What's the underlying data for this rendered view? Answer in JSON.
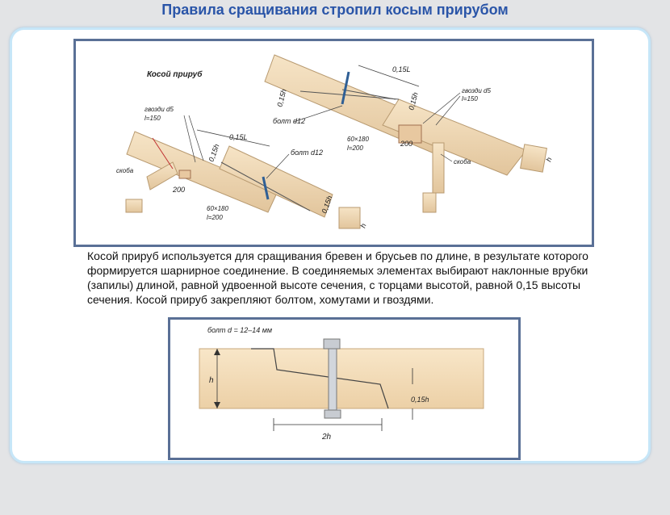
{
  "title": "Правила сращивания стропил косым прирубом",
  "figure1": {
    "label": "Косой прируб",
    "upper": {
      "len": "0,15L",
      "end_h": "0,15h",
      "end_h2": "0,15h",
      "nails": "гвозди d5",
      "nails_len": "l=150",
      "bolt": "болт d12",
      "post": "60×180",
      "post_len": "l=200",
      "dim": "200",
      "bracket": "скоба",
      "h": "h"
    },
    "lower": {
      "nails": "гвозди d5",
      "nails_len": "l=150",
      "len": "0,15L",
      "end_h": "0,15h",
      "end_h2": "0,15h",
      "bolt": "болт d12",
      "bracket": "скоба",
      "dim": "200",
      "post": "60×180",
      "post_len": "l=200",
      "h": "h"
    }
  },
  "description": "Косой прируб используется для сращивания бревен и брусьев по длине, в результате которого формируется шарнирное соединение. В соединяемых элементах выбирают наклонные врубки (запилы) длиной, равной удвоенной высоте сечения, с торцами высотой, равной 0,15 высоты сечения. Косой прируб закрепляют болтом, хомутами и гвоздями.",
  "figure2": {
    "bolt": "болт d = 12–14 мм",
    "h": "h",
    "end_h": "0,15h",
    "len": "2h"
  },
  "colors": {
    "title": "#2a55a8",
    "wood": "#f0d8b2",
    "frame": "#5a7096",
    "card_border": "#c6e6f8"
  }
}
